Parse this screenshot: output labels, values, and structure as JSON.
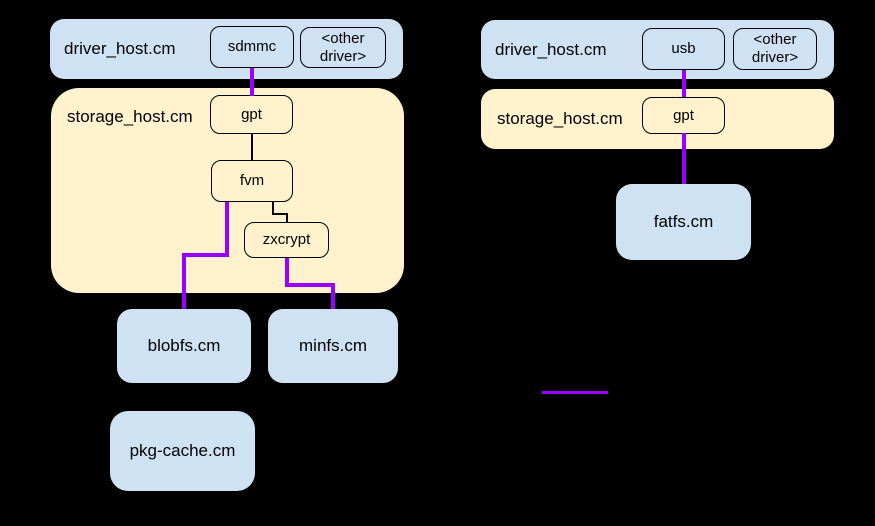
{
  "colors": {
    "background": "#000000",
    "host_blue": "#cfe2f3",
    "host_yellow": "#fff2cc",
    "connector_purple": "#9900ff",
    "connector_black": "#000000",
    "node_border": "#000000",
    "text": "#000000"
  },
  "left_stack": {
    "driver_host": {
      "label": "driver_host.cm",
      "drivers": [
        {
          "label": "sdmmc"
        },
        {
          "label": "<other driver>"
        }
      ]
    },
    "storage_host": {
      "label": "storage_host.cm",
      "volumes": [
        {
          "label": "gpt"
        },
        {
          "label": "fvm"
        },
        {
          "label": "zxcrypt"
        }
      ]
    },
    "filesystems": [
      {
        "label": "blobfs.cm"
      },
      {
        "label": "minfs.cm"
      }
    ],
    "consumers": [
      {
        "label": "pkg-cache.cm"
      }
    ]
  },
  "right_stack": {
    "driver_host": {
      "label": "driver_host.cm",
      "drivers": [
        {
          "label": "usb"
        },
        {
          "label": "<other driver>"
        }
      ]
    },
    "storage_host": {
      "label": "storage_host.cm",
      "volumes": [
        {
          "label": "gpt"
        }
      ]
    },
    "filesystems": [
      {
        "label": "fatfs.cm"
      }
    ]
  },
  "legend": {
    "swatch_color": "#9900ff"
  }
}
